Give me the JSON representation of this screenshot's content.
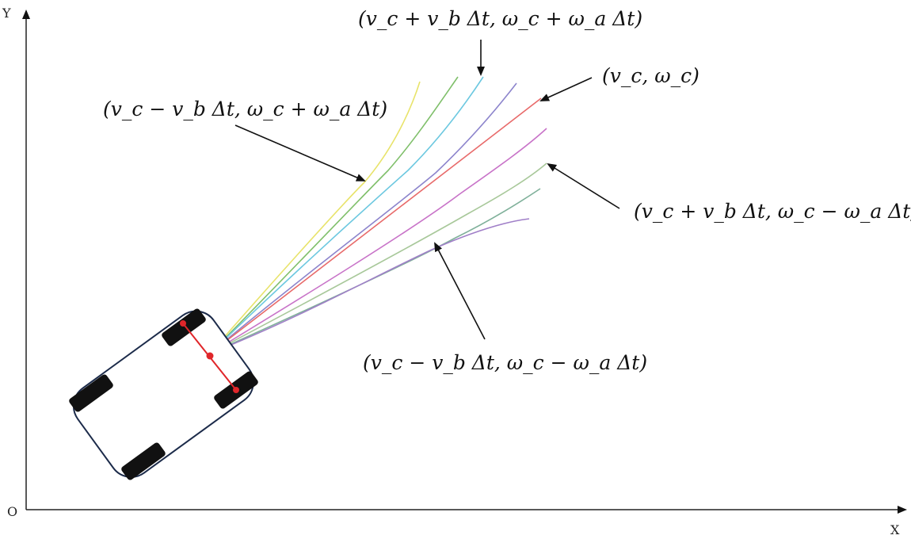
{
  "axes": {
    "y_label": "Y",
    "x_label": "X",
    "origin_label": "O"
  },
  "annotations": {
    "top_center": "(v_c + v_b Δt, ω_c + ω_a Δt)",
    "top_right": "(v_c, ω_c)",
    "left": "(v_c − v_b Δt, ω_c + ω_a Δt)",
    "right": "(v_c + v_b Δt, ω_c − ω_a Δt)",
    "bottom": "(v_c − v_b Δt, ω_c − ω_a Δt)"
  },
  "trajectories": [
    {
      "color": "#e8e36a"
    },
    {
      "color": "#7fbf6a"
    },
    {
      "color": "#6cc8e0"
    },
    {
      "color": "#8c84cc"
    },
    {
      "color": "#e86a6a"
    },
    {
      "color": "#c873c8"
    },
    {
      "color": "#a8c89a"
    },
    {
      "color": "#7fb09a"
    },
    {
      "color": "#a07fc8"
    }
  ],
  "vehicle": {
    "body_color": "#1c2b4a",
    "wheel_color": "#111111",
    "axle_color": "#e0262a"
  }
}
